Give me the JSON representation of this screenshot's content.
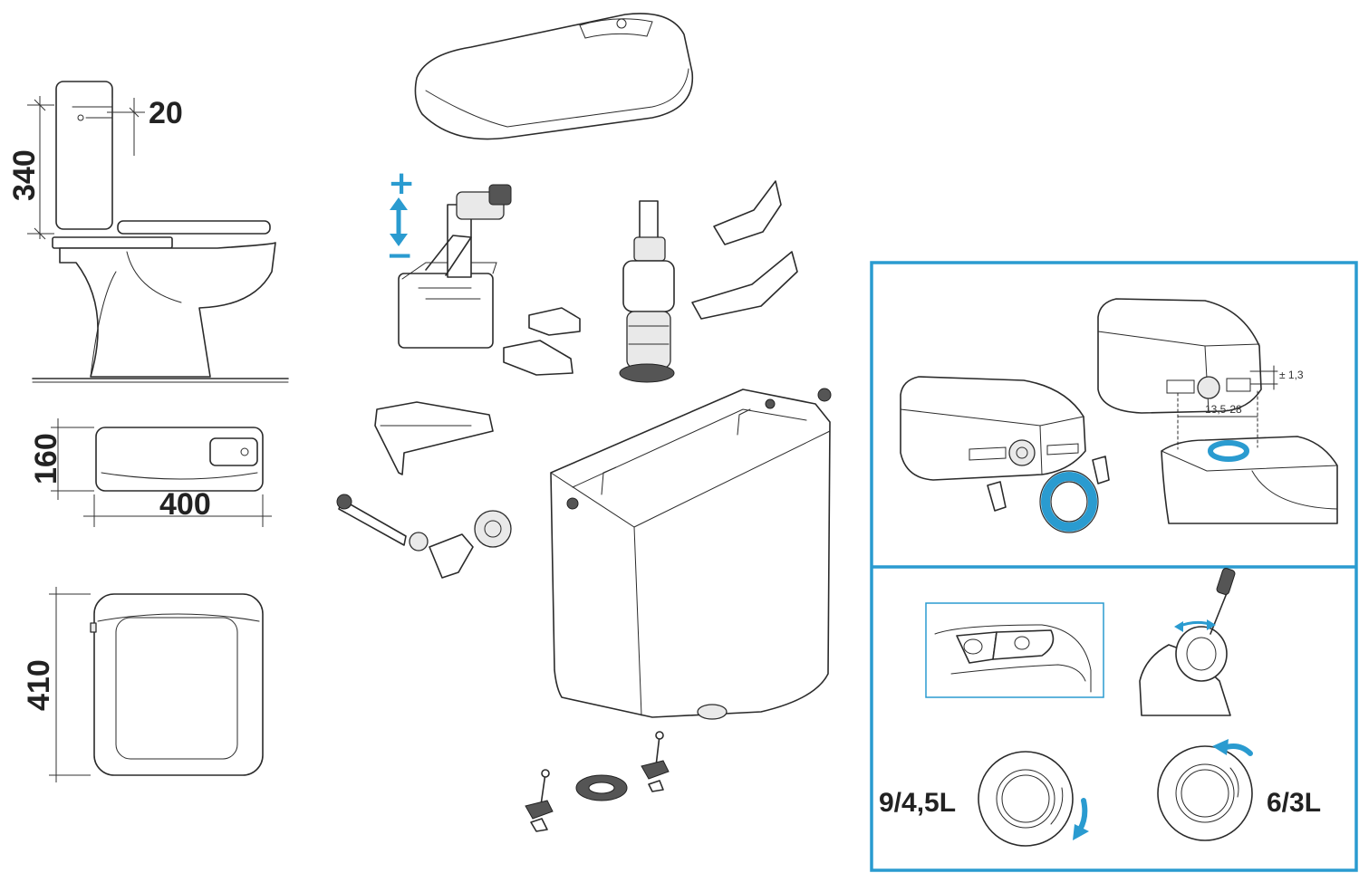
{
  "dimensions": {
    "gap_top": "20",
    "tank_height": "340",
    "depth": "160",
    "width": "400",
    "side_height": "410"
  },
  "adjustment": {
    "plus": "+",
    "minus": "−"
  },
  "installation": {
    "tolerance": "± 1,3",
    "spacing": "13,5-28"
  },
  "volume": {
    "full": "9/4,5L",
    "eco": "6/3L"
  },
  "colors": {
    "accent": "#2a9bd0",
    "line": "#2b2b2b"
  }
}
